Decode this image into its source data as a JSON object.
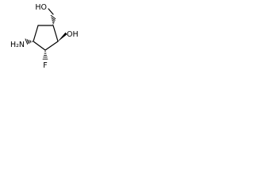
{
  "structure": {
    "atoms": {
      "hydroxymethyl_oh": "HO",
      "ring_oh": "OH",
      "amino": "H₂N",
      "fluoro": "F"
    }
  }
}
